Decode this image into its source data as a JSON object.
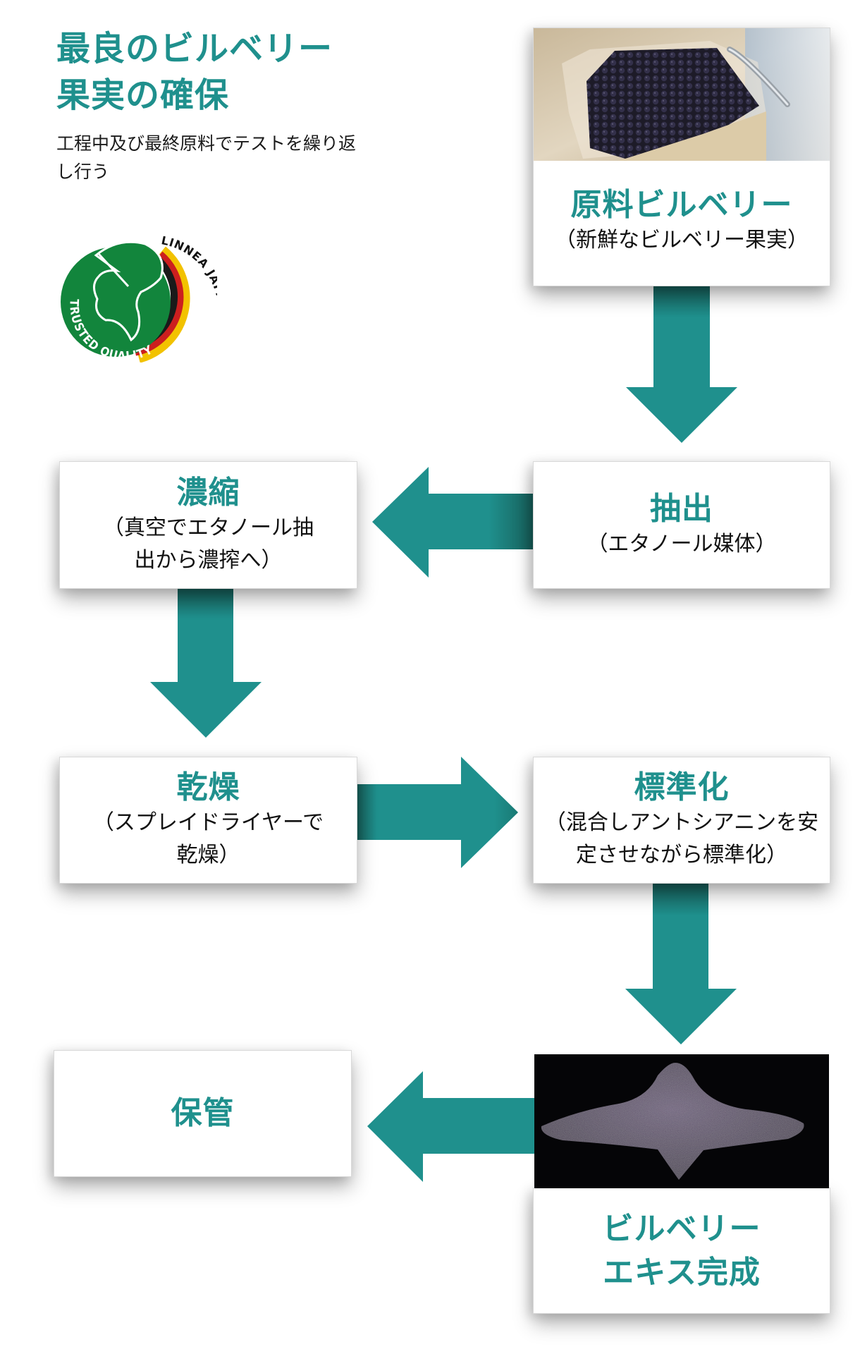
{
  "header": {
    "title_lines": [
      "最良のビルベリー",
      "果実の確保"
    ],
    "subtitle": "工程中及び最終原料でテストを繰り返し行う"
  },
  "logo": {
    "ring_text": "TRUSTED QUALITY",
    "side_text": "LINNEA JAPAN",
    "icon": "ginkgo-leaf-icon",
    "colors": {
      "green": "#12853c",
      "black": "#1a1a1a",
      "red": "#cc1f1f",
      "gold": "#f2c200"
    }
  },
  "colors": {
    "accent": "#1f908d",
    "arrow": "#1f908d",
    "arrow_dark": "#175f5a",
    "text": "#111111"
  },
  "steps": [
    {
      "id": "raw",
      "title": "原料ビルベリー",
      "subtitle": "（新鮮なビルベリー果実）",
      "image": "bilberry-berries-photo"
    },
    {
      "id": "extract",
      "title": "抽出",
      "subtitle": "（エタノール媒体）"
    },
    {
      "id": "concentrate",
      "title": "濃縮",
      "subtitle": "（真空でエタノール抽出から濃搾へ）"
    },
    {
      "id": "dry",
      "title": "乾燥",
      "subtitle": "（スプレイドライヤーで乾燥）"
    },
    {
      "id": "standardize",
      "title": "標準化",
      "subtitle": "（混合しアントシアニンを安定させながら標準化）"
    },
    {
      "id": "final",
      "title_lines": [
        "ビルベリー",
        "エキス完成"
      ],
      "image": "bilberry-extract-powder-photo"
    },
    {
      "id": "storage",
      "title": "保管"
    }
  ],
  "flow": [
    {
      "from": "raw",
      "to": "extract",
      "direction": "down"
    },
    {
      "from": "extract",
      "to": "concentrate",
      "direction": "left"
    },
    {
      "from": "concentrate",
      "to": "dry",
      "direction": "down"
    },
    {
      "from": "dry",
      "to": "standardize",
      "direction": "right"
    },
    {
      "from": "standardize",
      "to": "final",
      "direction": "down"
    },
    {
      "from": "final",
      "to": "storage",
      "direction": "left"
    }
  ]
}
